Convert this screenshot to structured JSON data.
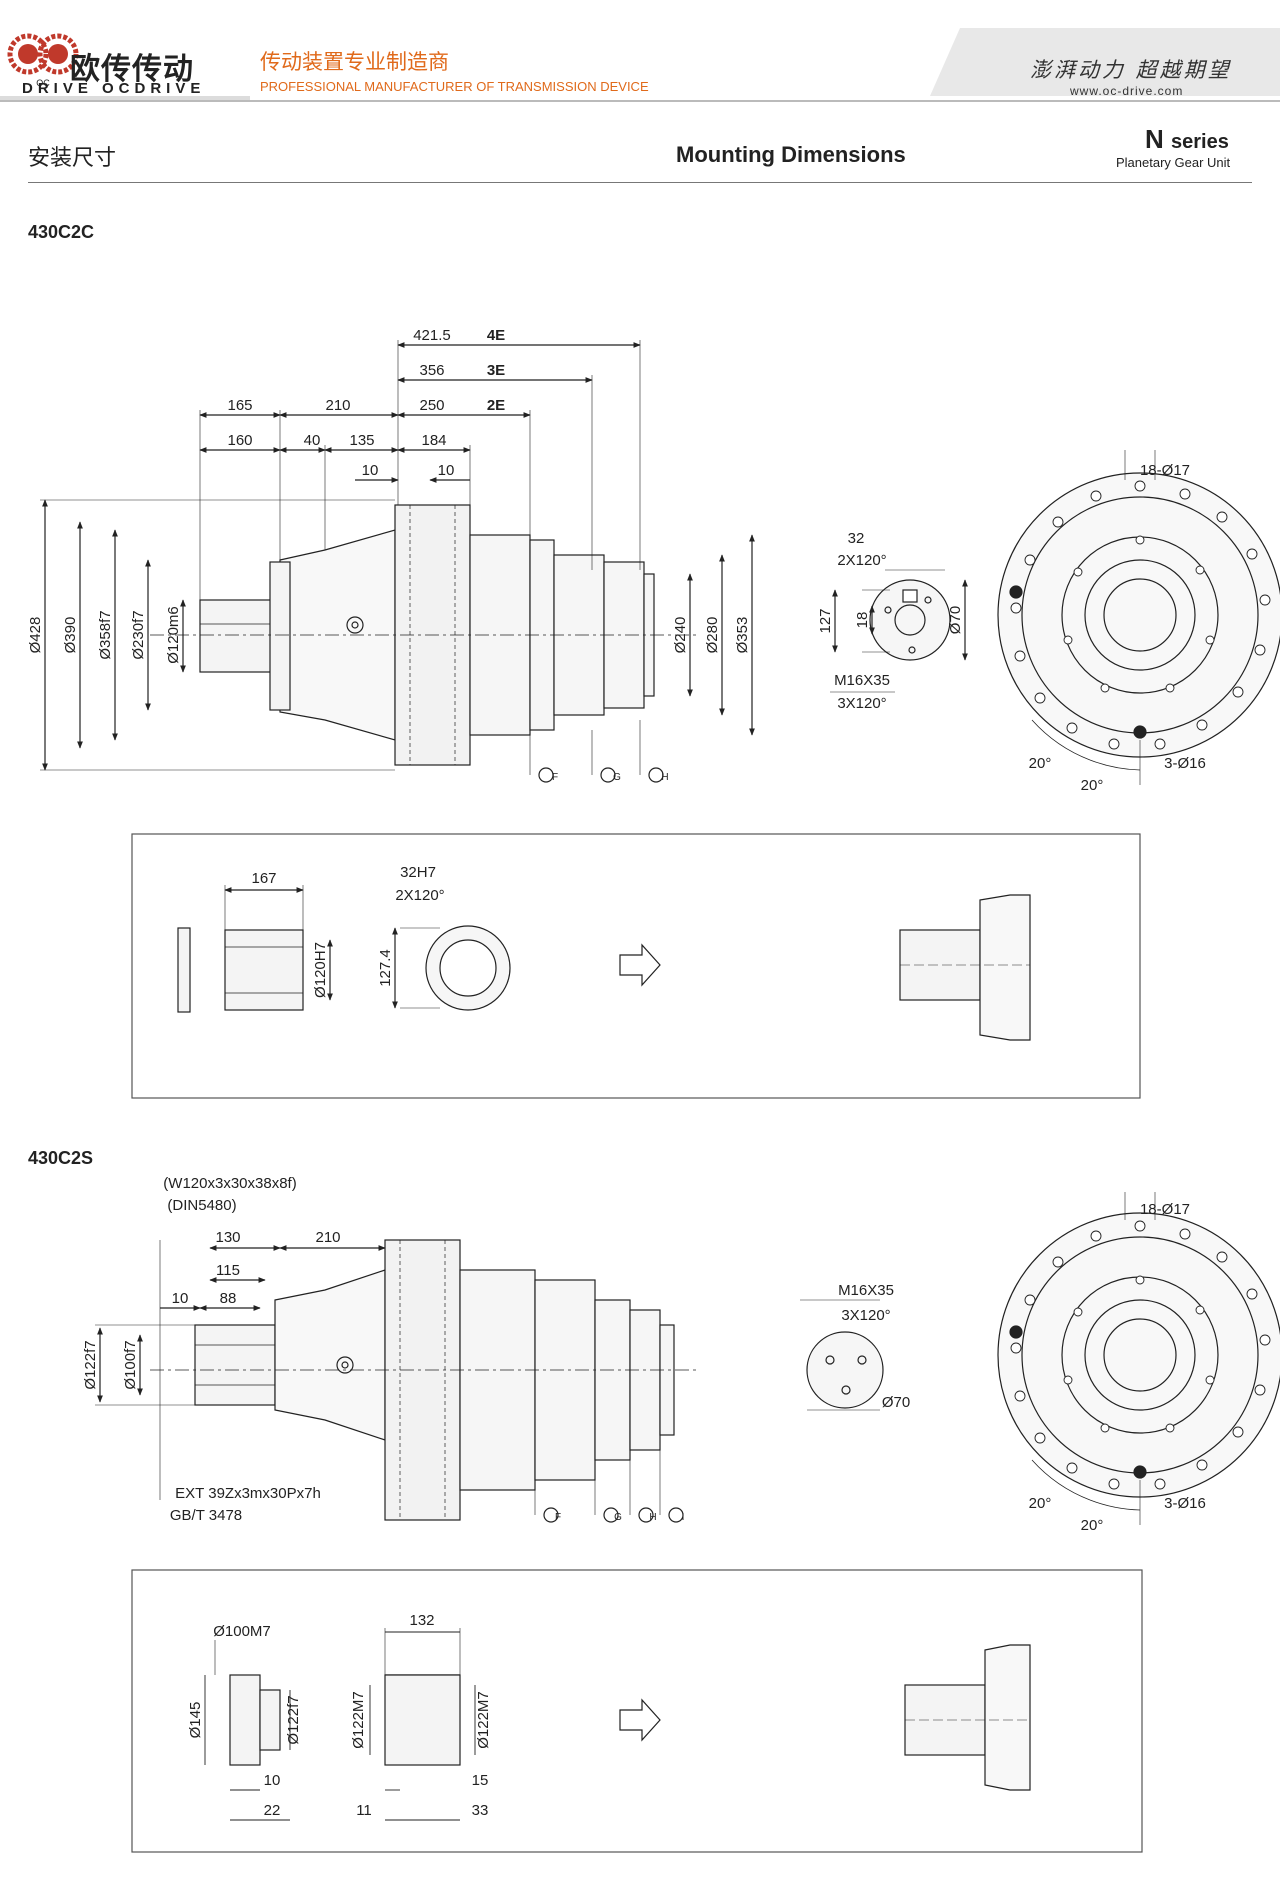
{
  "header": {
    "brand_cn": "欧传传动",
    "brand_en": "DRIVE OCDRIVE",
    "tagline_cn": "传动装置专业制造商",
    "tagline_en": "PROFESSIONAL MANUFACTURER OF TRANSMISSION DEVICE",
    "slogan_cn": "澎湃动力 超越期望",
    "url": "www.oc-drive.com",
    "logo_text": "OC"
  },
  "titles": {
    "cn": "安装尺寸",
    "en": "Mounting Dimensions",
    "series_letter": "N",
    "series_word": "series",
    "series_sub": "Planetary Gear Unit"
  },
  "m1": {
    "model": "430C2C",
    "dims": {
      "e4": "421.5",
      "e4l": "4E",
      "e3": "356",
      "e3l": "3E",
      "e2": "250",
      "e2l": "2E",
      "a165": "165",
      "a210": "210",
      "a160": "160",
      "a40": "40",
      "a135": "135",
      "a184": "184",
      "a10a": "10",
      "a10b": "10",
      "d428": "Ø428",
      "d390": "Ø390",
      "d358": "Ø358f7",
      "d230": "Ø230f7",
      "d120": "Ø120m6",
      "d240": "Ø240",
      "d280": "Ø280",
      "d353": "Ø353",
      "key32": "32",
      "key2x": "2X120°",
      "k127": "127",
      "k18": "18",
      "d70": "Ø70",
      "m16": "M16X35",
      "m16b": "3X120°",
      "holes18": "18-Ø17",
      "holes3": "3-Ø16",
      "ang1": "20°",
      "ang2": "20°",
      "F": "F",
      "G": "G",
      "H": "H"
    },
    "box": {
      "l167": "167",
      "d120h": "Ø120H7",
      "k32h": "32H7",
      "k2x": "2X120°",
      "k1274": "127.4"
    }
  },
  "m2": {
    "model": "430C2S",
    "dims": {
      "spline1": "(W120x3x30x38x8f)",
      "spline2": "(DIN5480)",
      "a130": "130",
      "a210": "210",
      "a115": "115",
      "a10": "10",
      "a88": "88",
      "d122": "Ø122f7",
      "d100": "Ø100f7",
      "ext1": "EXT 39Zx3mx30Px7h",
      "ext2": "GB/T 3478",
      "m16": "M16X35",
      "m16b": "3X120°",
      "d70": "Ø70",
      "holes18": "18-Ø17",
      "holes3": "3-Ø16",
      "ang1": "20°",
      "ang2": "20°",
      "F": "F",
      "G": "G",
      "H": "H",
      "I": "I"
    },
    "box": {
      "d100m": "Ø100M7",
      "l132": "132",
      "d145": "Ø145",
      "d122f": "Ø122f7",
      "d122m1": "Ø122M7",
      "d122m2": "Ø122M7",
      "b10": "10",
      "b22": "22",
      "b11": "11",
      "b15": "15",
      "b33": "33"
    }
  }
}
